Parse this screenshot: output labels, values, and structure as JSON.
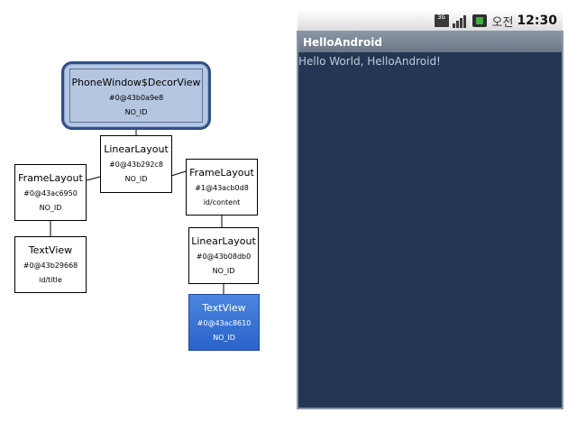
{
  "hierarchy": {
    "root": {
      "name": "PhoneWindow$DecorView",
      "hash": "#0@43b0a9e8",
      "id": "NO_ID"
    },
    "linear_main": {
      "name": "LinearLayout",
      "hash": "#0@43b292c8",
      "id": "NO_ID"
    },
    "frame_left": {
      "name": "FrameLayout",
      "hash": "#0@43ac6950",
      "id": "NO_ID"
    },
    "textview_title": {
      "name": "TextView",
      "hash": "#0@43b29668",
      "id": "id/title"
    },
    "frame_right": {
      "name": "FrameLayout",
      "hash": "#1@43acb0d8",
      "id": "id/content"
    },
    "linear_inner": {
      "name": "LinearLayout",
      "hash": "#0@43b08db0",
      "id": "NO_ID"
    },
    "textview_selected": {
      "name": "TextView",
      "hash": "#0@43ac8610",
      "id": "NO_ID"
    }
  },
  "device": {
    "status_bar": {
      "network_label": "3G",
      "ampm": "오전",
      "time": "12:30"
    },
    "app_title": "HelloAndroid",
    "content_text": "Hello World, HelloAndroid!"
  },
  "colors": {
    "screen_background": "#233755",
    "selected_node": "#2a63c9",
    "root_node": "#b5c6e0"
  },
  "icons": [
    "3g-icon",
    "signal-icon",
    "battery-icon"
  ]
}
